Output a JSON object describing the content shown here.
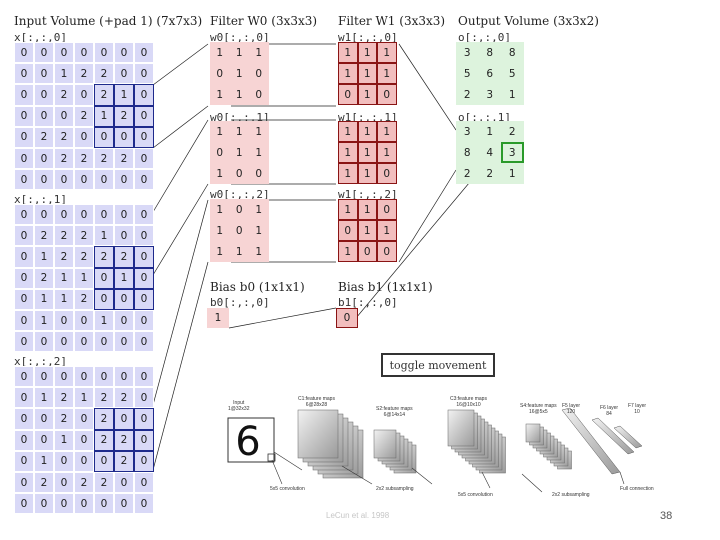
{
  "input": {
    "title": "Input Volume (+pad 1) (7x7x3)",
    "slices": [
      {
        "label": "x[:,:,0]",
        "rows": [
          [
            "0",
            "0",
            "0",
            "0",
            "0",
            "0",
            "0"
          ],
          [
            "0",
            "0",
            "1",
            "2",
            "2",
            "0",
            "0"
          ],
          [
            "0",
            "0",
            "2",
            "0",
            "2",
            "1",
            "0"
          ],
          [
            "0",
            "0",
            "0",
            "2",
            "1",
            "2",
            "0"
          ],
          [
            "0",
            "2",
            "2",
            "0",
            "0",
            "0",
            "0"
          ],
          [
            "0",
            "0",
            "2",
            "2",
            "2",
            "2",
            "0"
          ],
          [
            "0",
            "0",
            "0",
            "0",
            "0",
            "0",
            "0"
          ]
        ]
      },
      {
        "label": "x[:,:,1]",
        "rows": [
          [
            "0",
            "0",
            "0",
            "0",
            "0",
            "0",
            "0"
          ],
          [
            "0",
            "2",
            "2",
            "2",
            "1",
            "0",
            "0"
          ],
          [
            "0",
            "1",
            "2",
            "2",
            "2",
            "2",
            "0"
          ],
          [
            "0",
            "2",
            "1",
            "1",
            "0",
            "1",
            "0"
          ],
          [
            "0",
            "1",
            "1",
            "2",
            "0",
            "0",
            "0"
          ],
          [
            "0",
            "1",
            "0",
            "0",
            "1",
            "0",
            "0"
          ],
          [
            "0",
            "0",
            "0",
            "0",
            "0",
            "0",
            "0"
          ]
        ]
      },
      {
        "label": "x[:,:,2]",
        "rows": [
          [
            "0",
            "0",
            "0",
            "0",
            "0",
            "0",
            "0"
          ],
          [
            "0",
            "1",
            "2",
            "1",
            "2",
            "2",
            "0"
          ],
          [
            "0",
            "0",
            "2",
            "0",
            "2",
            "0",
            "0"
          ],
          [
            "0",
            "0",
            "1",
            "0",
            "2",
            "2",
            "0"
          ],
          [
            "0",
            "1",
            "0",
            "0",
            "0",
            "2",
            "0"
          ],
          [
            "0",
            "2",
            "0",
            "2",
            "2",
            "0",
            "0"
          ],
          [
            "0",
            "0",
            "0",
            "0",
            "0",
            "0",
            "0"
          ]
        ]
      }
    ]
  },
  "filter_w0": {
    "title": "Filter W0 (3x3x3)",
    "slices": [
      {
        "label": "w0[:,:,0]",
        "rows": [
          [
            "1",
            "1",
            "1"
          ],
          [
            "0",
            "1",
            "0"
          ],
          [
            "1",
            "1",
            "0"
          ]
        ]
      },
      {
        "label": "w0[:,:,1]",
        "rows": [
          [
            "1",
            "1",
            "1"
          ],
          [
            "0",
            "1",
            "1"
          ],
          [
            "1",
            "0",
            "0"
          ]
        ]
      },
      {
        "label": "w0[:,:,2]",
        "rows": [
          [
            "1",
            "0",
            "1"
          ],
          [
            "1",
            "0",
            "1"
          ],
          [
            "1",
            "1",
            "1"
          ]
        ]
      }
    ]
  },
  "filter_w1": {
    "title": "Filter W1 (3x3x3)",
    "slices": [
      {
        "label": "w1[:,:,0]",
        "rows": [
          [
            "1",
            "1",
            "1"
          ],
          [
            "1",
            "1",
            "1"
          ],
          [
            "0",
            "1",
            "0"
          ]
        ]
      },
      {
        "label": "w1[:,:,1]",
        "rows": [
          [
            "1",
            "1",
            "1"
          ],
          [
            "1",
            "1",
            "1"
          ],
          [
            "1",
            "1",
            "0"
          ]
        ]
      },
      {
        "label": "w1[:,:,2]",
        "rows": [
          [
            "1",
            "1",
            "0"
          ],
          [
            "0",
            "1",
            "1"
          ],
          [
            "1",
            "0",
            "0"
          ]
        ]
      }
    ]
  },
  "bias_b0": {
    "title": "Bias b0 (1x1x1)",
    "label": "b0[:,:,0]",
    "value": "1"
  },
  "bias_b1": {
    "title": "Bias b1 (1x1x1)",
    "label": "b1[:,:,0]",
    "value": "0"
  },
  "output": {
    "title": "Output Volume (3x3x2)",
    "slices": [
      {
        "label": "o[:,:,0]",
        "rows": [
          [
            "3",
            "8",
            "8"
          ],
          [
            "5",
            "6",
            "5"
          ],
          [
            "2",
            "3",
            "1"
          ]
        ]
      },
      {
        "label": "o[:,:,1]",
        "rows": [
          [
            "3",
            "1",
            "2"
          ],
          [
            "8",
            "4",
            "3"
          ],
          [
            "2",
            "2",
            "1"
          ]
        ]
      }
    ]
  },
  "toggle_label": "toggle movement",
  "lenet": {
    "labels": {
      "input": "Input\n1@32x32",
      "c1": "C1:feature maps\n6@28x28",
      "s2": "S2:feature maps\n6@14x14",
      "c3": "C3:feature maps\n16@10x10",
      "s4": "S4:feature maps\n16@5x5",
      "f5": "F5 layer\n120",
      "f6": "F6 layer\n84",
      "f7": "F7 layer\n10",
      "conv1": "5x5 convolution",
      "sub1": "2x2 subsampling",
      "conv2": "5x5 convolution",
      "sub2": "2x2 subsampling",
      "full": "Full connection"
    },
    "digit": "6"
  },
  "footer_note": "LeCun et al. 1998",
  "page_number": "38",
  "colors": {
    "input_bg": "#d9d9f7",
    "input_highlight": "#1e2a8c",
    "weight_bg": "#f7d4d4",
    "weight_highlight": "#8a1414",
    "output_bg": "#ddf3dd",
    "output_highlight": "#2a9a2a"
  }
}
